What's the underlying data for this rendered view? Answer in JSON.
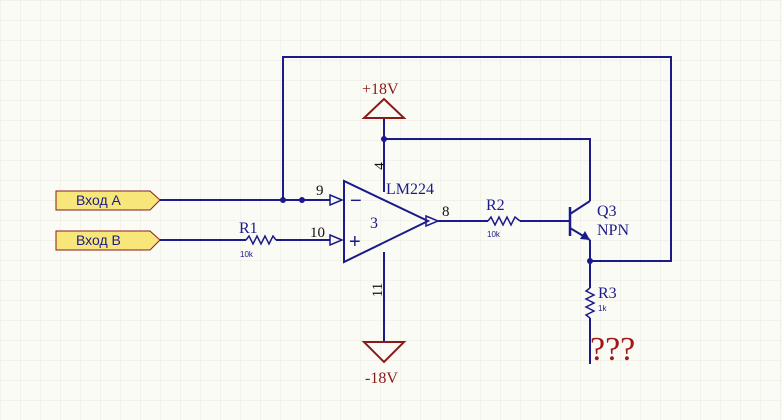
{
  "ports": {
    "input_a": "Вход А",
    "input_b": "Вход B"
  },
  "opamp": {
    "name": "LM224",
    "unit": "3",
    "pin_inv": "9",
    "pin_noninv": "10",
    "pin_out": "8",
    "pin_vpos": "4",
    "pin_vneg": "11",
    "minus_sign": "−",
    "plus_sign": "+"
  },
  "resistors": {
    "r1": {
      "ref": "R1",
      "value": "10k"
    },
    "r2": {
      "ref": "R2",
      "value": "10k"
    },
    "r3": {
      "ref": "R3",
      "value": "1k"
    }
  },
  "transistor": {
    "ref": "Q3",
    "type": "NPN"
  },
  "power": {
    "positive": "+18V",
    "negative": "-18V"
  },
  "note": "???",
  "colors": {
    "wire": "#1a1a8a",
    "power": "#8b1a1a",
    "port_fill": "#f7e77a",
    "port_stroke": "#8b1a1a",
    "grid": "#e8e8e0",
    "background": "#fbfbf6"
  }
}
